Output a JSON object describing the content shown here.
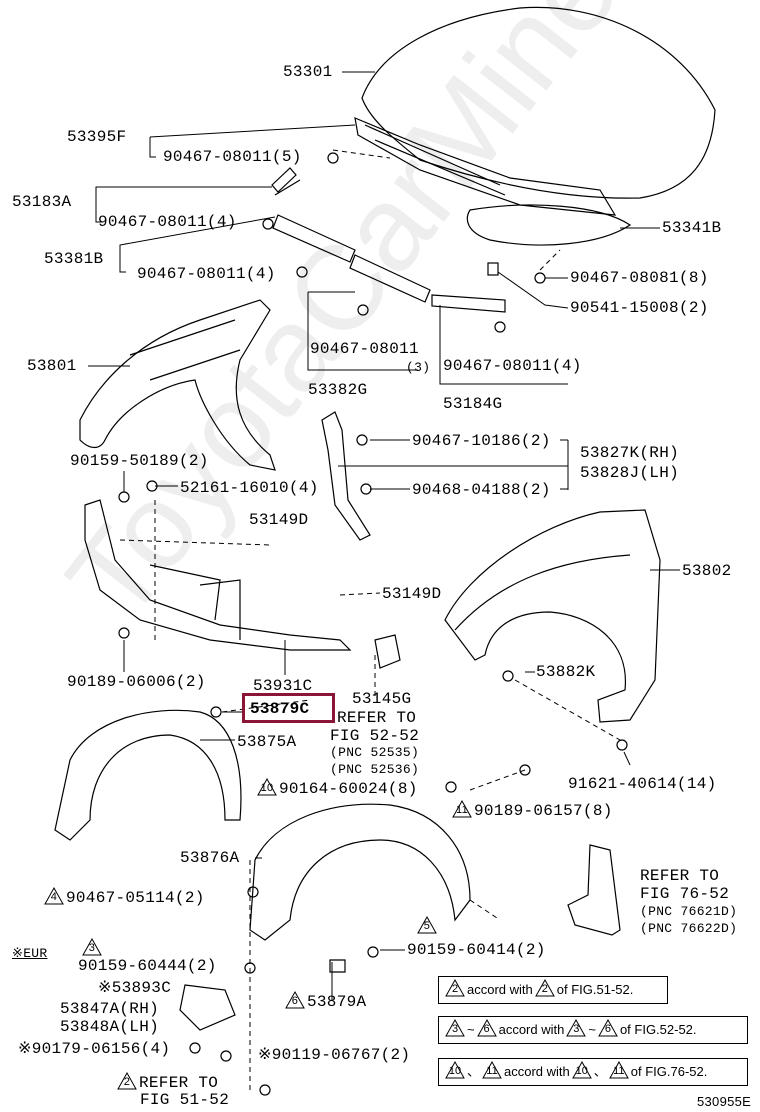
{
  "watermark": "ToyotaCarMine.ru",
  "figure_code": "530955E",
  "highlight_color": "#8a1538",
  "labels": {
    "p53301": "53301",
    "p53395F": "53395F",
    "p90467_08011_5": "90467-08011(5)",
    "p53183A": "53183A",
    "p90467_08011_4a": "90467-08011(4)",
    "p53381B": "53381B",
    "p90467_08011_4b": "90467-08011(4)",
    "p53341B": "53341B",
    "p90467_08081_8": "90467-08081(8)",
    "p90541_15008_2": "90541-15008(2)",
    "p90467_08011_3": "90467-08011",
    "p90467_08011_3q": "(3)",
    "p53382G": "53382G",
    "p90467_08011_4c": "90467-08011(4)",
    "p53184G": "53184G",
    "p53801": "53801",
    "p90467_10186_2": "90467-10186(2)",
    "p53827K": "53827K(RH)",
    "p53828J": "53828J(LH)",
    "p90468_04188_2": "90468-04188(2)",
    "p90159_50189_2": "90159-50189(2)",
    "p52161_16010_4": "52161-16010(4)",
    "p53149D_a": "53149D",
    "p53802": "53802",
    "p53149D_b": "53149D",
    "p90189_06006_2": "90189-06006(2)",
    "p53931C": "53931C",
    "p53145G": "53145G",
    "p53882K": "53882K",
    "p53879C": "53879C",
    "refer_5252": "REFER TO",
    "refer_5252b": "FIG 52-52",
    "pnc_52535": "(PNC 52535)",
    "pnc_52536": "(PNC 52536)",
    "p53875A": "53875A",
    "p91621_40614_14": "91621-40614(14)",
    "p90164_60024_8": "90164-60024(8)",
    "p90189_06157_8": "90189-06157(8)",
    "p53876A": "53876A",
    "refer_7652": "REFER TO",
    "refer_7652b": "FIG 76-52",
    "pnc_76621D": "(PNC 76621D)",
    "pnc_76622D": "(PNC 76622D)",
    "p90467_05114_2": "90467-05114(2)",
    "p90159_60414_2": "90159-60414(2)",
    "eur": "※EUR",
    "p90159_60444_2": "90159-60444(2)",
    "p53893C": "※53893C",
    "p53879A": "53879A",
    "p53847A": "53847A(RH)",
    "p53848A": "53848A(LH)",
    "p90179_06156_4": "※90179-06156(4)",
    "p90119_06767_2": "※90119-06767(2)",
    "refer_5152": "REFER TO",
    "refer_5152b": "FIG 51-52"
  },
  "markers": {
    "m10": "10",
    "m11": "11",
    "m4": "4",
    "m5": "5",
    "m3": "3",
    "m6": "6",
    "m2": "2"
  },
  "notes": {
    "n1_a": "accord with",
    "n1_b": "of FIG.51-52.",
    "n2_a": "accord with",
    "n2_b": "of FIG.52-52.",
    "n3_a": "accord with",
    "n3_b": "of FIG.76-52.",
    "tilde": "~",
    "comma": "、"
  }
}
